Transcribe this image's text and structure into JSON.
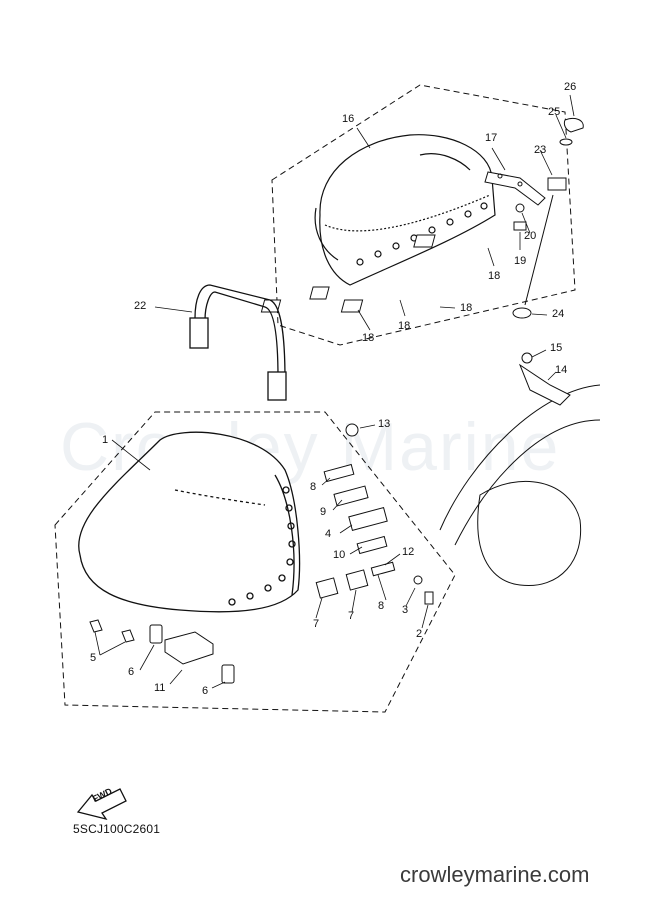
{
  "watermark": "Crowley Marine",
  "diagram_code": "5SCJ100C2601",
  "website": "crowleymarine.com",
  "fwd_label": "FWD",
  "callouts": [
    {
      "id": "c1",
      "text": "1"
    },
    {
      "id": "c2",
      "text": "2"
    },
    {
      "id": "c3",
      "text": "3"
    },
    {
      "id": "c4",
      "text": "4"
    },
    {
      "id": "c5",
      "text": "5"
    },
    {
      "id": "c6a",
      "text": "6"
    },
    {
      "id": "c6b",
      "text": "6"
    },
    {
      "id": "c7a",
      "text": "7"
    },
    {
      "id": "c7b",
      "text": "7"
    },
    {
      "id": "c8a",
      "text": "8"
    },
    {
      "id": "c8b",
      "text": "8"
    },
    {
      "id": "c9",
      "text": "9"
    },
    {
      "id": "c10",
      "text": "10"
    },
    {
      "id": "c11",
      "text": "11"
    },
    {
      "id": "c12",
      "text": "12"
    },
    {
      "id": "c13",
      "text": "13"
    },
    {
      "id": "c14",
      "text": "14"
    },
    {
      "id": "c15",
      "text": "15"
    },
    {
      "id": "c16",
      "text": "16"
    },
    {
      "id": "c17",
      "text": "17"
    },
    {
      "id": "c18a",
      "text": "18"
    },
    {
      "id": "c18b",
      "text": "18"
    },
    {
      "id": "c18c",
      "text": "18"
    },
    {
      "id": "c18d",
      "text": "18"
    },
    {
      "id": "c19",
      "text": "19"
    },
    {
      "id": "c20",
      "text": "20"
    },
    {
      "id": "c22",
      "text": "22"
    },
    {
      "id": "c23",
      "text": "23"
    },
    {
      "id": "c24",
      "text": "24"
    },
    {
      "id": "c25",
      "text": "25"
    },
    {
      "id": "c26",
      "text": "26"
    }
  ]
}
